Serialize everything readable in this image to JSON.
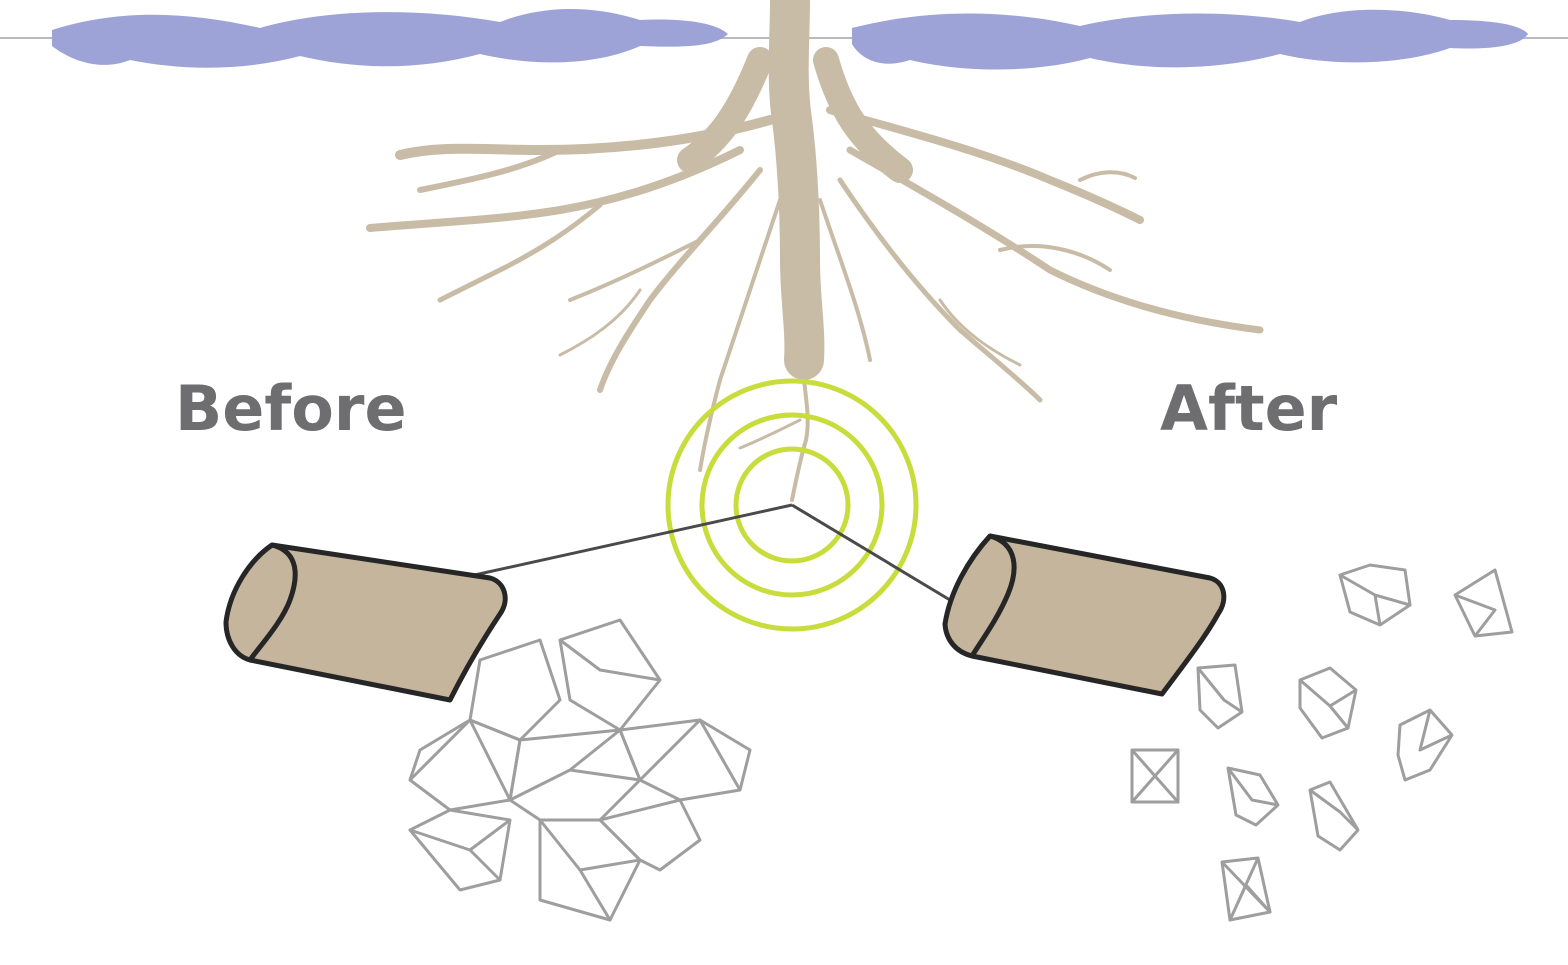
{
  "labels": {
    "before": "Before",
    "after": "After"
  },
  "colors": {
    "water": "#9da3d6",
    "root": "#c9bca6",
    "pipe_fill": "#c4b59c",
    "pipe_outline": "#262626",
    "rings": "#c8dc3c",
    "crystal": "#9e9e9e",
    "connector": "#4a4a4a",
    "text": "#6e6e70"
  },
  "icons": {
    "water_band": "water-surface",
    "root_system": "tree-roots",
    "signal": "concentric-rings",
    "pipe": "pipe-segment",
    "crystal_cluster": "crystal-cluster",
    "crystal_fragments": "crystal-fragments"
  }
}
